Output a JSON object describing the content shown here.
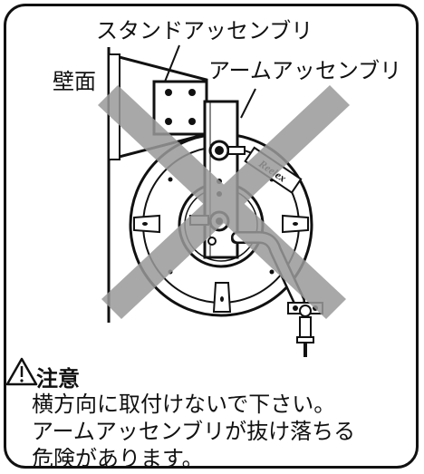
{
  "labels": {
    "wall": "壁面",
    "stand_assembly": "スタンドアッセンブリ",
    "arm_assembly": "アームアッセンブリ",
    "brand": "Reelex"
  },
  "warning": {
    "title": "注意",
    "lines": [
      "横方向に取付けないで下さい。",
      "アームアッセンブリが抜け落ちる",
      "危険があります。"
    ]
  },
  "colors": {
    "cross": "#9a9a9a",
    "line": "#111111"
  },
  "icons": {
    "warning": "warning-triangle-icon"
  }
}
